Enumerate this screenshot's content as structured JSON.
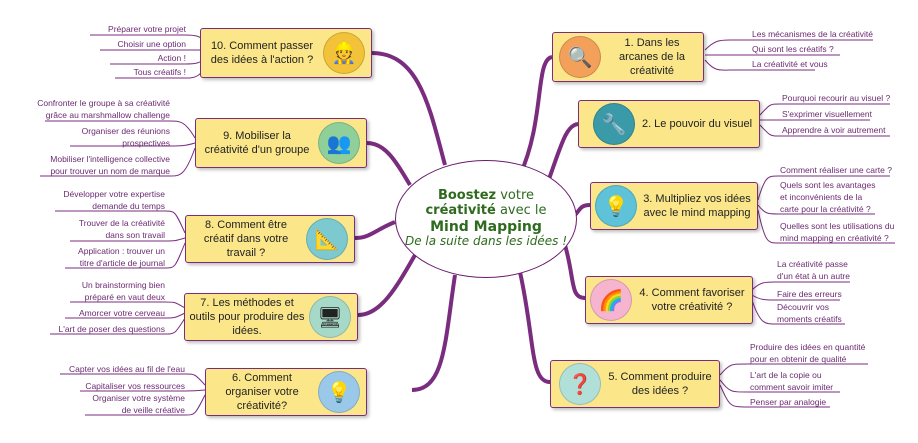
{
  "center": {
    "line1_bold": "Boostez",
    "line1_rest": "votre",
    "line2_bold": "créativité",
    "line2_rest": "avec le",
    "line3": "Mind Mapping",
    "line4": "De la suite dans les idées !"
  },
  "colors": {
    "branch": "#7a2c7e",
    "topic_fill": "#fbe78a",
    "center_text": "#2e6b1e"
  },
  "topics": {
    "t1": {
      "label": "1. Dans les arcanes de la créativité",
      "icon": "magnifier-icon"
    },
    "t2": {
      "label": "2. Le pouvoir du visuel",
      "icon": "tools-icon"
    },
    "t3": {
      "label": "3. Multipliez vos idées avec le mind mapping",
      "icon": "map-icon"
    },
    "t4": {
      "label": "4. Comment favoriser votre créativité ?",
      "icon": "rainbow-icon"
    },
    "t5": {
      "label": "5. Comment produire des idées ?",
      "icon": "question-icon"
    },
    "t6": {
      "label": "6. Comment organiser votre créativité?",
      "icon": "lamp-icon"
    },
    "t7": {
      "label": "7. Les méthodes et outils pour produire des idées.",
      "icon": "screen-icon"
    },
    "t8": {
      "label": "8. Comment être créatif dans votre travail ?",
      "icon": "compass-icon"
    },
    "t9": {
      "label": "9. Mobiliser la créativité d'un groupe",
      "icon": "group-icon"
    },
    "t10": {
      "label": "10. Comment passer des idées à l'action ?",
      "icon": "worker-icon"
    }
  },
  "subs": {
    "t1": [
      "Les mécanismes de la créativité",
      "Qui sont les créatifs ?",
      "La créativité et vous"
    ],
    "t2": [
      "Pourquoi recourir au visuel ?",
      "S'exprimer visuellement",
      "Apprendre à voir autrement"
    ],
    "t3": [
      "Comment réaliser une carte ?",
      "Quels sont les avantages",
      "et inconvénients de la",
      "carte pour la créativité ?",
      "Quelles sont les utilisations du",
      "mind mapping en créativité ?"
    ],
    "t4": [
      "La créativité passe",
      "d'un état à un autre",
      "Faire des erreurs",
      "Découvrir vos",
      "moments créatifs"
    ],
    "t5": [
      "Produire des idées en quantité",
      "pour en obtenir de qualité",
      "L'art de la copie ou",
      "comment savoir imiter",
      "Penser par analogie"
    ],
    "t6": [
      "Capter vos idées au fil de l'eau",
      "Capitaliser vos ressources",
      "Organiser votre système",
      "de veille créative"
    ],
    "t7": [
      "Un brainstorming bien",
      "préparé en vaut deux",
      "Amorcer votre cerveau",
      "L'art de poser des questions"
    ],
    "t8": [
      "Développer votre expertise",
      "demande du temps",
      "Trouver de la créativité",
      "dans son travail",
      "Application : trouver un",
      "titre d'article de journal"
    ],
    "t9": [
      "Confronter le groupe à sa créativité",
      "grâce au marshmallow challenge",
      "Organiser des réunions",
      "prospectives",
      "Mobiliser l'intelligence collective",
      "pour trouver un nom de marque"
    ],
    "t10": [
      "Préparer votre projet",
      "Choisir une option",
      "Action !",
      "Tous créatifs !"
    ]
  }
}
